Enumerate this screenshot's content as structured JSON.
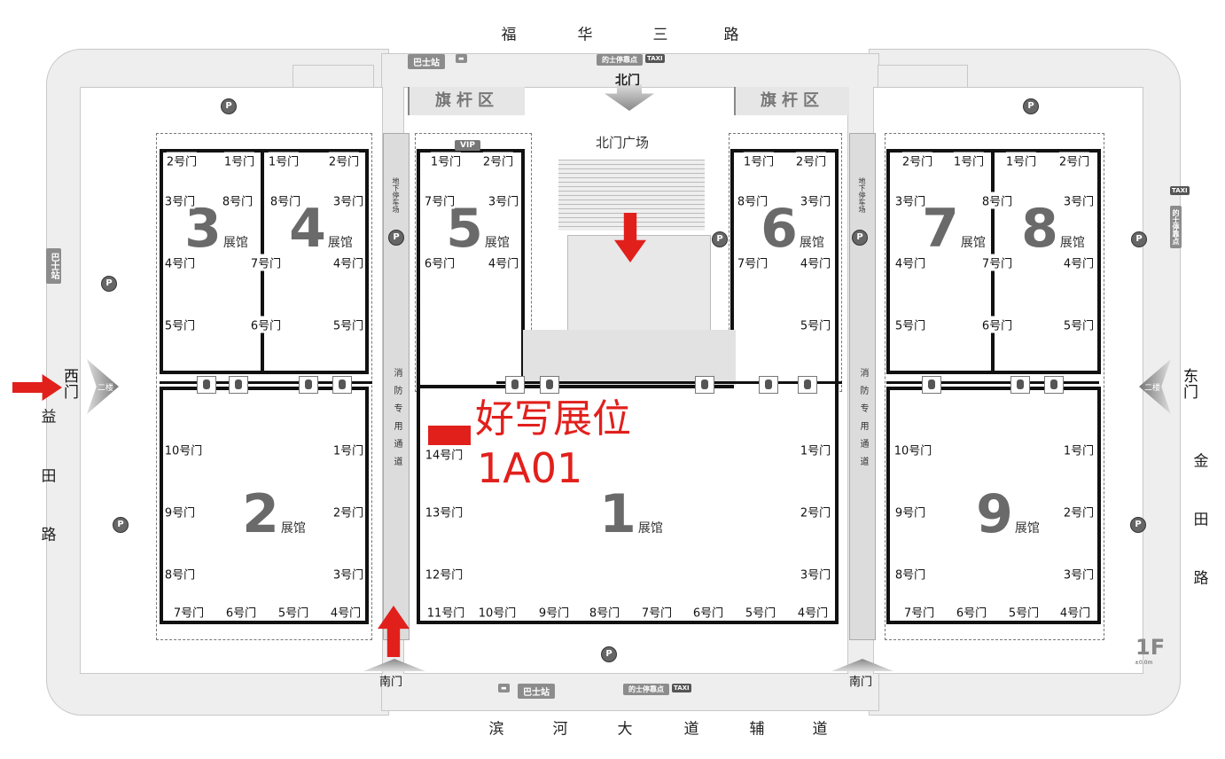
{
  "roads": {
    "north": [
      "福",
      "华",
      "三",
      "路"
    ],
    "south": [
      "滨",
      "河",
      "大",
      "道",
      "辅",
      "道"
    ],
    "west": [
      "益",
      "田",
      "路"
    ],
    "east": [
      "金",
      "田",
      "路"
    ]
  },
  "entrances": {
    "north": "北门",
    "west": "西门",
    "east": "东门",
    "south_left": "南门",
    "south_right": "南门",
    "second_floor": "二楼"
  },
  "plaza": "北门广场",
  "flag_area": "旗杆区",
  "bus_stop": "巴士站",
  "taxi_stop": "的士停靠点",
  "taxi_icon": "TAXI",
  "vip": "VIP",
  "underground_parking": "地下停车场",
  "fire_lane": "消防专用通道",
  "parking_label": "P",
  "hall_suffix": "展馆",
  "floor": {
    "level": "1F",
    "elevation": "±0.0m"
  },
  "annotation": {
    "line1": "好写展位",
    "line2": "1A01",
    "color": "#e1201c"
  },
  "halls": [
    {
      "number": "3",
      "gates": [
        "2号门",
        "1号门",
        "3号门",
        "4号门",
        "5号门",
        "8号门"
      ]
    },
    {
      "number": "4",
      "gates": [
        "1号门",
        "2号门",
        "8号门",
        "3号门",
        "7号门",
        "4号门",
        "6号门",
        "5号门"
      ]
    },
    {
      "number": "2",
      "gates": [
        "10号门",
        "9号门",
        "8号门",
        "1号门",
        "2号门",
        "3号门",
        "7号门",
        "6号门",
        "5号门",
        "4号门"
      ]
    },
    {
      "number": "5",
      "gates": [
        "1号门",
        "2号门",
        "7号门",
        "3号门",
        "6号门",
        "4号门"
      ]
    },
    {
      "number": "1",
      "gates": [
        "14号门",
        "13号门",
        "12号门",
        "1号门",
        "2号门",
        "3号门",
        "11号门",
        "10号门",
        "9号门",
        "8号门",
        "7号门",
        "6号门",
        "5号门",
        "4号门"
      ]
    },
    {
      "number": "6",
      "gates": [
        "1号门",
        "2号门",
        "8号门",
        "3号门",
        "7号门",
        "4号门",
        "5号门"
      ]
    },
    {
      "number": "7",
      "gates": [
        "2号门",
        "1号门",
        "3号门",
        "8号门",
        "4号门",
        "7号门",
        "5号门",
        "6号门"
      ]
    },
    {
      "number": "8",
      "gates": [
        "1号门",
        "2号门",
        "3号门",
        "4号门",
        "5号门"
      ]
    },
    {
      "number": "9",
      "gates": [
        "10号门",
        "9号门",
        "8号门",
        "1号门",
        "2号门",
        "3号门",
        "7号门",
        "6号门",
        "5号门",
        "4号门"
      ]
    }
  ]
}
